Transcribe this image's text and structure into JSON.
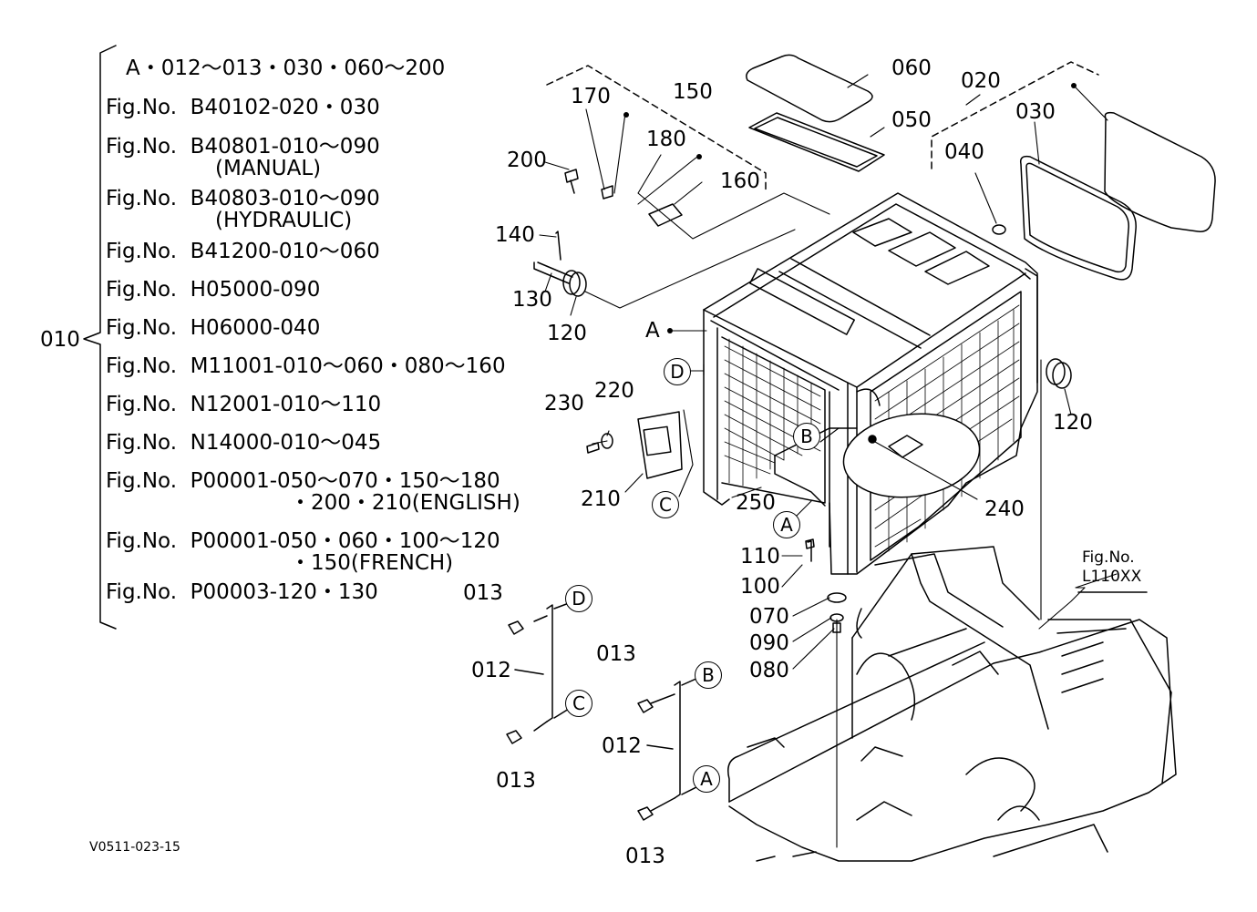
{
  "legend": {
    "bracket_label": "010",
    "lines": [
      "A・012～013・030・060～200",
      "Fig.No.  B40102-020・030",
      "Fig.No.  B40801-010～090",
      "(MANUAL)",
      "Fig.No.  B40803-010～090",
      "(HYDRAULIC)",
      "Fig.No.  B41200-010～060",
      "Fig.No.  H05000-090",
      "Fig.No.  H06000-040",
      "Fig.No.  M11001-010～060・080～160",
      "Fig.No.  N12001-010～110",
      "Fig.No.  N14000-010～045",
      "Fig.No.  P00001-050～070・150～180",
      "・200・210(ENGLISH)",
      "Fig.No.  P00001-050・060・100～120",
      "・150(FRENCH)",
      "Fig.No.  P00003-120・130"
    ]
  },
  "part_labels": [
    "060",
    "020",
    "030",
    "050",
    "040",
    "150",
    "170",
    "180",
    "200",
    "160",
    "140",
    "130",
    "120",
    "A",
    "120",
    "230",
    "220",
    "210",
    "250",
    "240",
    "110",
    "100",
    "070",
    "090",
    "080",
    "013",
    "012",
    "013",
    "013",
    "012",
    "013"
  ],
  "circle_labels": [
    "D",
    "B",
    "C",
    "A",
    "D",
    "C",
    "B",
    "A"
  ],
  "fig_ref": {
    "line1": "Fig.No.",
    "line2": "L110XX"
  },
  "drawing_code": "V0511-023-15"
}
